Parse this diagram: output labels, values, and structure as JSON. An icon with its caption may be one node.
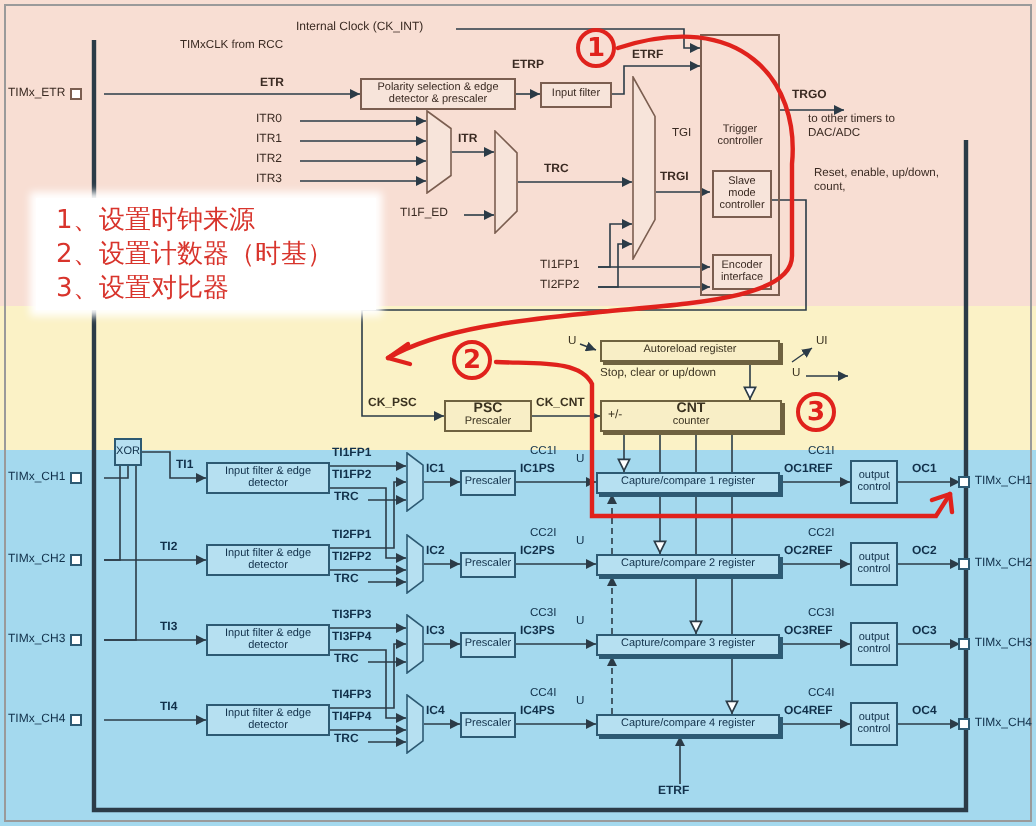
{
  "diagram": {
    "nodes": [
      {
        "text": [
          "Internal Clock (CK_INT)"
        ]
      },
      {
        "text": [
          "TIMx_ETR"
        ]
      },
      {
        "text": [
          "Polarity selection & edge detector & prescaler"
        ]
      },
      {
        "text": [
          "Input filter"
        ]
      },
      {
        "text": [
          "ITR0"
        ]
      },
      {
        "text": [
          "ITR1"
        ]
      },
      {
        "text": [
          "ITR2"
        ]
      },
      {
        "text": [
          "ITR3"
        ]
      },
      {
        "text": [],
        "shape": "trapezoid"
      },
      {
        "text": [
          "TI1F_ED"
        ]
      },
      {
        "text": [],
        "shape": "trapezoid"
      },
      {
        "text": [],
        "shape": "trapezoid"
      },
      {
        "text": [
          "TI1FP1"
        ]
      },
      {
        "text": [
          "TI2FP2"
        ]
      },
      {
        "text": [
          "Trigger controller"
        ]
      },
      {
        "text": [
          "Slave mode controller"
        ],
        "in": 14
      },
      {
        "text": [
          "Encoder interface"
        ],
        "in": 14
      },
      {
        "text": [
          "Autoreload register"
        ]
      },
      {
        "text": [
          "PSC",
          "Prescaler"
        ]
      },
      {
        "text": [
          "+/-",
          "CNT",
          "counter"
        ]
      },
      {
        "text": [
          "TIMx_CH1"
        ]
      },
      {
        "text": [
          "TIMx_CH2"
        ]
      },
      {
        "text": [
          "TIMx_CH3"
        ]
      },
      {
        "text": [
          "TIMx_CH4"
        ]
      },
      {
        "text": [
          "XOR"
        ]
      },
      {
        "text": [
          "Input filter & edge detector"
        ]
      },
      {
        "text": [
          "Input filter & edge detector"
        ]
      },
      {
        "text": [
          "Input filter & edge detector"
        ]
      },
      {
        "text": [
          "Input filter & edge detector"
        ]
      },
      {
        "text": [],
        "shape": "trapezoid"
      },
      {
        "text": [],
        "shape": "trapezoid"
      },
      {
        "text": [],
        "shape": "trapezoid"
      },
      {
        "text": [],
        "shape": "trapezoid"
      },
      {
        "text": [
          "Prescaler"
        ]
      },
      {
        "text": [
          "Prescaler"
        ]
      },
      {
        "text": [
          "Prescaler"
        ]
      },
      {
        "text": [
          "Prescaler"
        ]
      },
      {
        "text": [
          "Capture/compare 1 register"
        ]
      },
      {
        "text": [
          "Capture/compare 2 register"
        ]
      },
      {
        "text": [
          "Capture/compare 3 register"
        ]
      },
      {
        "text": [
          "Capture/compare 4 register"
        ]
      },
      {
        "text": [
          "output control"
        ]
      },
      {
        "text": [
          "output control"
        ]
      },
      {
        "text": [
          "output control"
        ]
      },
      {
        "text": [
          "output control"
        ]
      },
      {
        "text": [
          "TIMx_CH1"
        ]
      },
      {
        "text": [
          "TIMx_CH2"
        ]
      },
      {
        "text": [
          "TIMx_CH3"
        ]
      },
      {
        "text": [
          "TIMx_CH4"
        ]
      },
      {
        "text": [
          "1、设置时钟来源",
          "2、设置计数器（时基）",
          "3、设置对比器"
        ]
      },
      {
        "text": [
          "to other timers to DAC/ADC"
        ]
      }
    ],
    "edges": [
      {
        "from": 0,
        "to": 14,
        "arrow": "to"
      },
      {
        "from": 1,
        "to": 2,
        "arrow": "to",
        "label": "ETR"
      },
      {
        "from": 2,
        "to": 3,
        "arrow": "to",
        "label": "ETRP"
      },
      {
        "from": 3,
        "to": 14,
        "arrow": "to",
        "label": "ETRF"
      },
      {
        "from": 4,
        "to": 8,
        "arrow": "to"
      },
      {
        "from": 5,
        "to": 8,
        "arrow": "to"
      },
      {
        "from": 6,
        "to": 8,
        "arrow": "to"
      },
      {
        "from": 7,
        "to": 8,
        "arrow": "to"
      },
      {
        "from": 8,
        "to": 10,
        "arrow": "to",
        "label": "ITR"
      },
      {
        "from": 9,
        "to": 10,
        "arrow": "to"
      },
      {
        "from": 10,
        "to": 11,
        "arrow": "to",
        "label": "TRC"
      },
      {
        "from": 12,
        "to": 11,
        "arrow": "to"
      },
      {
        "from": 13,
        "to": 11,
        "arrow": "to"
      },
      {
        "from": 12,
        "to": 16,
        "arrow": "to"
      },
      {
        "from": 13,
        "to": 16,
        "arrow": "to"
      },
      {
        "from": 11,
        "to": 15,
        "arrow": "to",
        "label": "TRGI"
      },
      {
        "from": 14,
        "to": 50,
        "arrow": "to",
        "label": "TRGO"
      },
      {
        "from": 15,
        "to": 18,
        "arrow": "to",
        "label": "CK_PSC"
      },
      {
        "from": 18,
        "to": 19,
        "arrow": "to",
        "label": "CK_CNT"
      },
      {
        "from": 17,
        "to": 19,
        "arrow": "to"
      },
      {
        "from": 19,
        "to": 37,
        "arrow": "to"
      },
      {
        "from": 19,
        "to": 38,
        "arrow": "to"
      },
      {
        "from": 19,
        "to": 39,
        "arrow": "to"
      },
      {
        "from": 19,
        "to": 40,
        "arrow": "to"
      },
      {
        "from": 20,
        "to": 24,
        "arrow": "none"
      },
      {
        "from": 21,
        "to": 24,
        "arrow": "none"
      },
      {
        "from": 22,
        "to": 24,
        "arrow": "none"
      },
      {
        "from": 24,
        "to": 25,
        "arrow": "to",
        "label": "TI1"
      },
      {
        "from": 21,
        "to": 26,
        "arrow": "to",
        "label": "TI2"
      },
      {
        "from": 22,
        "to": 27,
        "arrow": "to",
        "label": "TI3"
      },
      {
        "from": 23,
        "to": 28,
        "arrow": "to",
        "label": "TI4"
      },
      {
        "from": 25,
        "to": 29,
        "arrow": "to",
        "label": "TI1FP1"
      },
      {
        "from": 25,
        "to": 30,
        "arrow": "to",
        "label": "TI1FP2"
      },
      {
        "from": 26,
        "to": 29,
        "arrow": "to",
        "label": "TI2FP1"
      },
      {
        "from": 26,
        "to": 30,
        "arrow": "to",
        "label": "TI2FP2"
      },
      {
        "from": 27,
        "to": 31,
        "arrow": "to",
        "label": "TI3FP3"
      },
      {
        "from": 27,
        "to": 32,
        "arrow": "to",
        "label": "TI3FP4"
      },
      {
        "from": 28,
        "to": 31,
        "arrow": "to",
        "label": "TI4FP3"
      },
      {
        "from": 28,
        "to": 32,
        "arrow": "to",
        "label": "TI4FP4"
      },
      {
        "from": null,
        "to": 29,
        "arrow": "to",
        "label": "TRC"
      },
      {
        "from": null,
        "to": 30,
        "arrow": "to",
        "label": "TRC"
      },
      {
        "from": null,
        "to": 31,
        "arrow": "to",
        "label": "TRC"
      },
      {
        "from": null,
        "to": 32,
        "arrow": "to",
        "label": "TRC"
      },
      {
        "from": 29,
        "to": 33,
        "arrow": "to",
        "label": "IC1"
      },
      {
        "from": 30,
        "to": 34,
        "arrow": "to",
        "label": "IC2"
      },
      {
        "from": 31,
        "to": 35,
        "arrow": "to",
        "label": "IC3"
      },
      {
        "from": 32,
        "to": 36,
        "arrow": "to",
        "label": "IC4"
      },
      {
        "from": 33,
        "to": 37,
        "arrow": "to",
        "label": "IC1PS"
      },
      {
        "from": 34,
        "to": 38,
        "arrow": "to",
        "label": "IC2PS"
      },
      {
        "from": 35,
        "to": 39,
        "arrow": "to",
        "label": "IC3PS"
      },
      {
        "from": 36,
        "to": 40,
        "arrow": "to",
        "label": "IC4PS"
      },
      {
        "from": 37,
        "to": 41,
        "arrow": "to",
        "label": "OC1REF"
      },
      {
        "from": 38,
        "to": 42,
        "arrow": "to",
        "label": "OC2REF"
      },
      {
        "from": 39,
        "to": 43,
        "arrow": "to",
        "label": "OC3REF"
      },
      {
        "from": 40,
        "to": 44,
        "arrow": "to",
        "label": "OC4REF"
      },
      {
        "from": 41,
        "to": 45,
        "arrow": "to",
        "label": "OC1"
      },
      {
        "from": 42,
        "to": 46,
        "arrow": "to",
        "label": "OC2"
      },
      {
        "from": 43,
        "to": 47,
        "arrow": "to",
        "label": "OC3"
      },
      {
        "from": 44,
        "to": 48,
        "arrow": "to",
        "label": "OC4"
      },
      {
        "from": null,
        "to": 40,
        "arrow": "to",
        "label": "ETRF"
      },
      {
        "from": 40,
        "to": 39,
        "arrow": "to",
        "style": "dashed"
      },
      {
        "from": 39,
        "to": 38,
        "arrow": "to",
        "style": "dashed"
      },
      {
        "from": 38,
        "to": 37,
        "arrow": "to",
        "style": "dashed"
      }
    ],
    "labels": [
      "TIMxCLK from RCC",
      "TGI",
      "Reset, enable, up/down, count,",
      "1",
      "U",
      "UI",
      "U",
      "Stop, clear or up/down",
      "2",
      "3",
      "CC1I",
      "U",
      "CC1I",
      "CC2I",
      "U",
      "CC2I",
      "CC3I",
      "U",
      "CC3I",
      "CC4I",
      "U",
      "CC4I"
    ]
  }
}
